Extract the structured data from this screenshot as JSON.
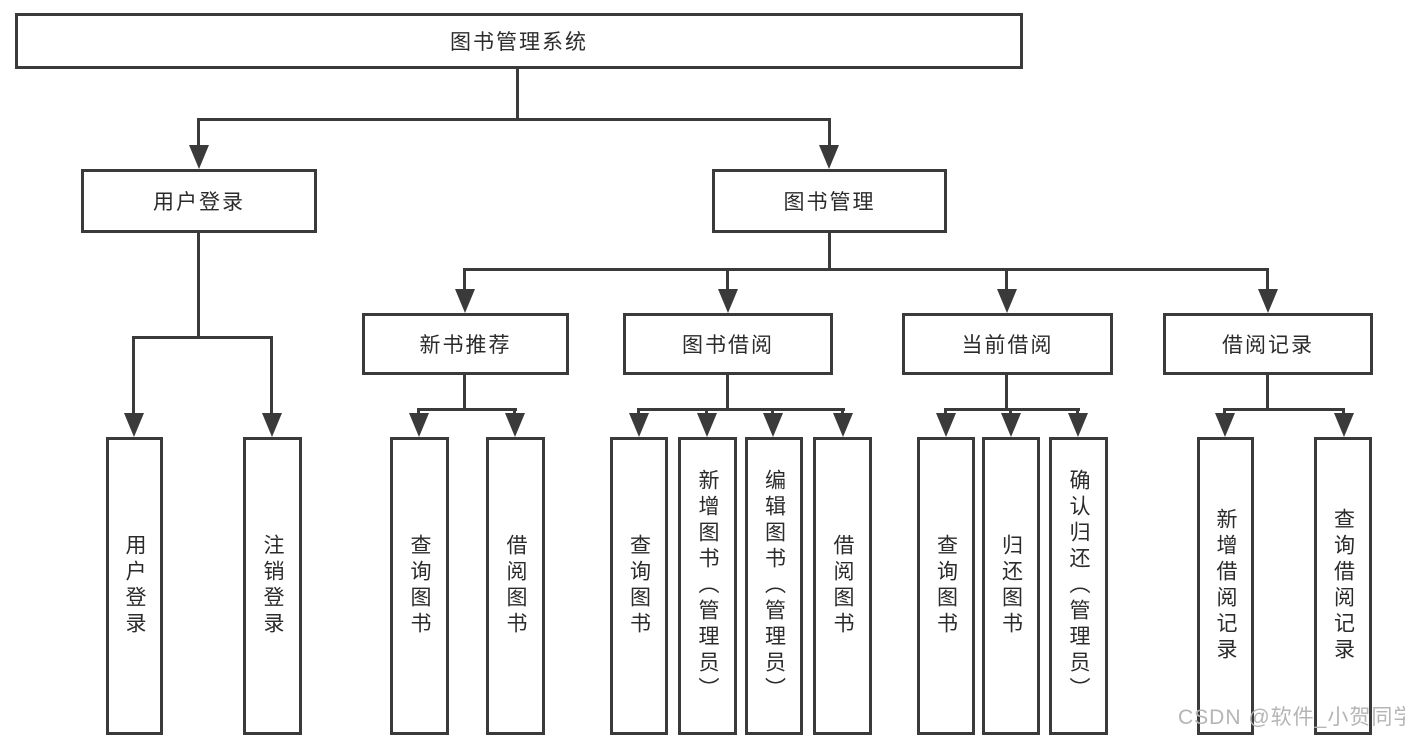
{
  "nodes": {
    "root": "图书管理系统",
    "user_login": "用户登录",
    "book_mgmt": "图书管理",
    "login_leaf": "用户登录",
    "logout_leaf": "注销登录",
    "new_book": "新书推荐",
    "book_borrow": "图书借阅",
    "current_borrow": "当前借阅",
    "borrow_record": "借阅记录",
    "nb_query": "查询图书",
    "nb_borrow": "借阅图书",
    "bb_query": "查询图书",
    "bb_add": "新增图书（管理员）",
    "bb_edit": "编辑图书（管理员）",
    "bb_borrow": "借阅图书",
    "cb_query": "查询图书",
    "cb_return": "归还图书",
    "cb_confirm": "确认归还（管理员）",
    "br_add": "新增借阅记录",
    "br_query": "查询借阅记录"
  },
  "watermark": {
    "text": "CSDN @软件_小贺同学"
  },
  "colors": {
    "line": "#3a3a3a",
    "text": "#2b2b2b",
    "background": "#ffffff",
    "watermark": "#b5b5b5"
  }
}
